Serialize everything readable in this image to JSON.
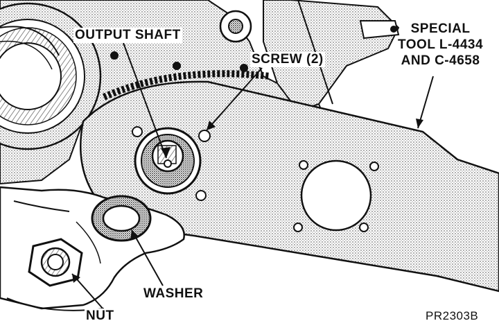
{
  "labels": {
    "output_shaft": "OUTPUT SHAFT",
    "screw": "SCREW (2)",
    "special_tool_line1": "SPECIAL",
    "special_tool_line2": "TOOL L-4434",
    "special_tool_line3": "AND C-4658",
    "washer": "WASHER",
    "nut": "NUT",
    "figure_id": "PR2303B"
  },
  "colors": {
    "ink": "#111111",
    "paper": "#ffffff",
    "halftone": "#9a9a9a"
  }
}
